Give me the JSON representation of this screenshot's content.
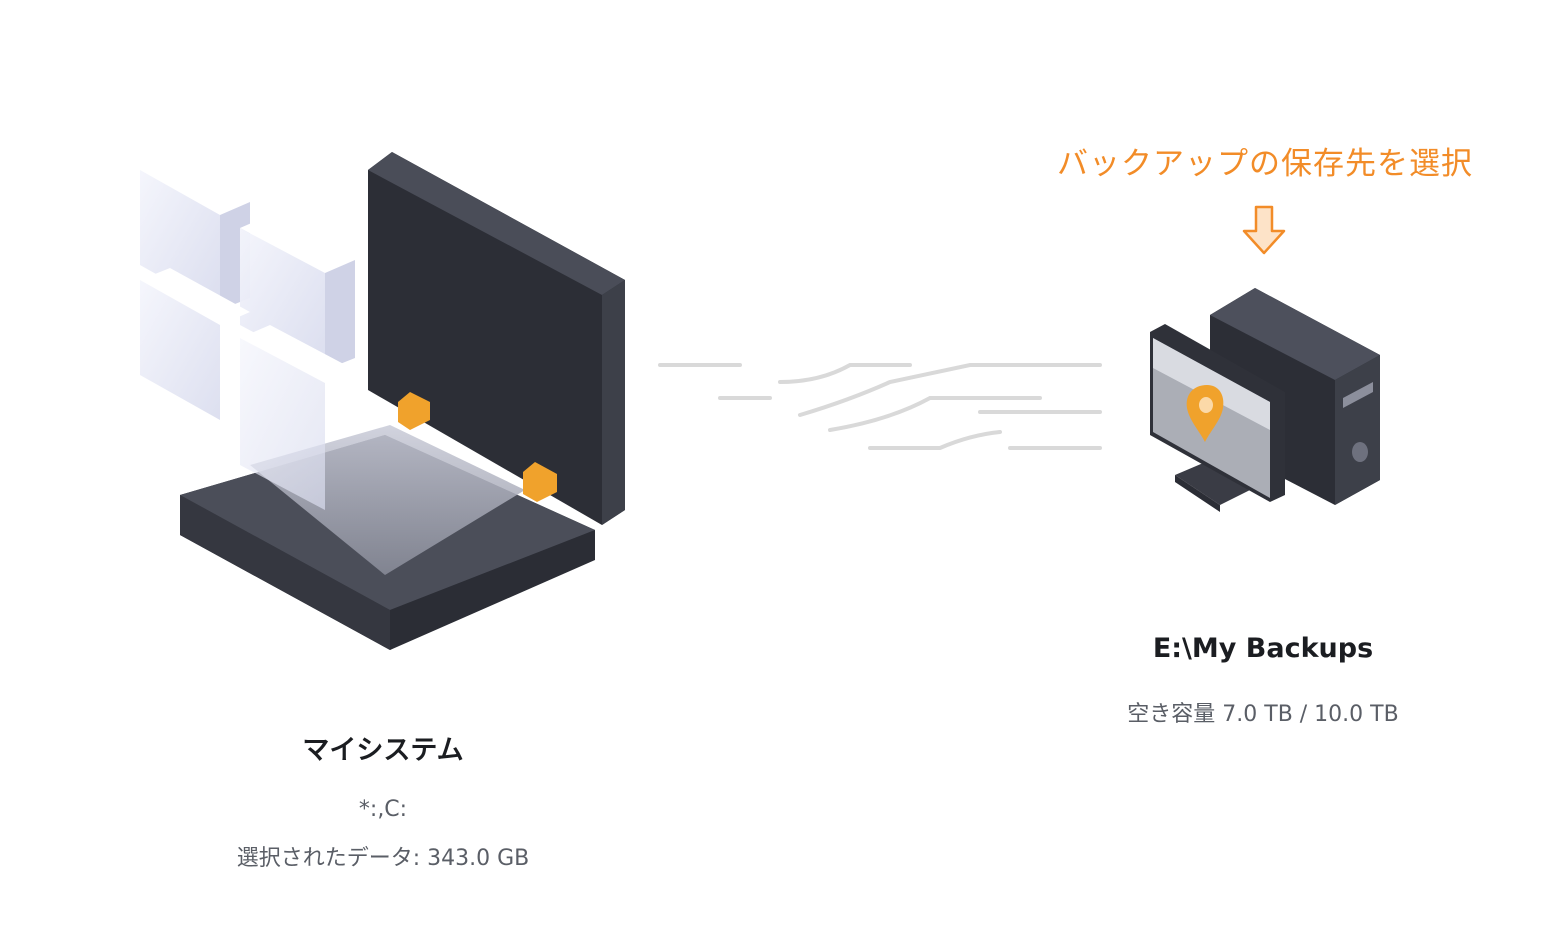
{
  "source": {
    "title": "マイシステム",
    "drives": "*:,C:",
    "selected_data": "選択されたデータ: 343.0 GB"
  },
  "destination": {
    "hint": "バックアップの保存先を選択",
    "path": "E:\\My Backups",
    "free_space": "空き容量 7.0 TB / 10.0 TB"
  },
  "colors": {
    "accent": "#f28c28",
    "device_dark": "#2f3139",
    "device_edge": "#4a4d58",
    "tile": "#e6e8f6"
  },
  "icons": {
    "source": "windows-system-icon",
    "destination": "desktop-computer-location-icon",
    "arrow": "down-arrow-icon"
  }
}
